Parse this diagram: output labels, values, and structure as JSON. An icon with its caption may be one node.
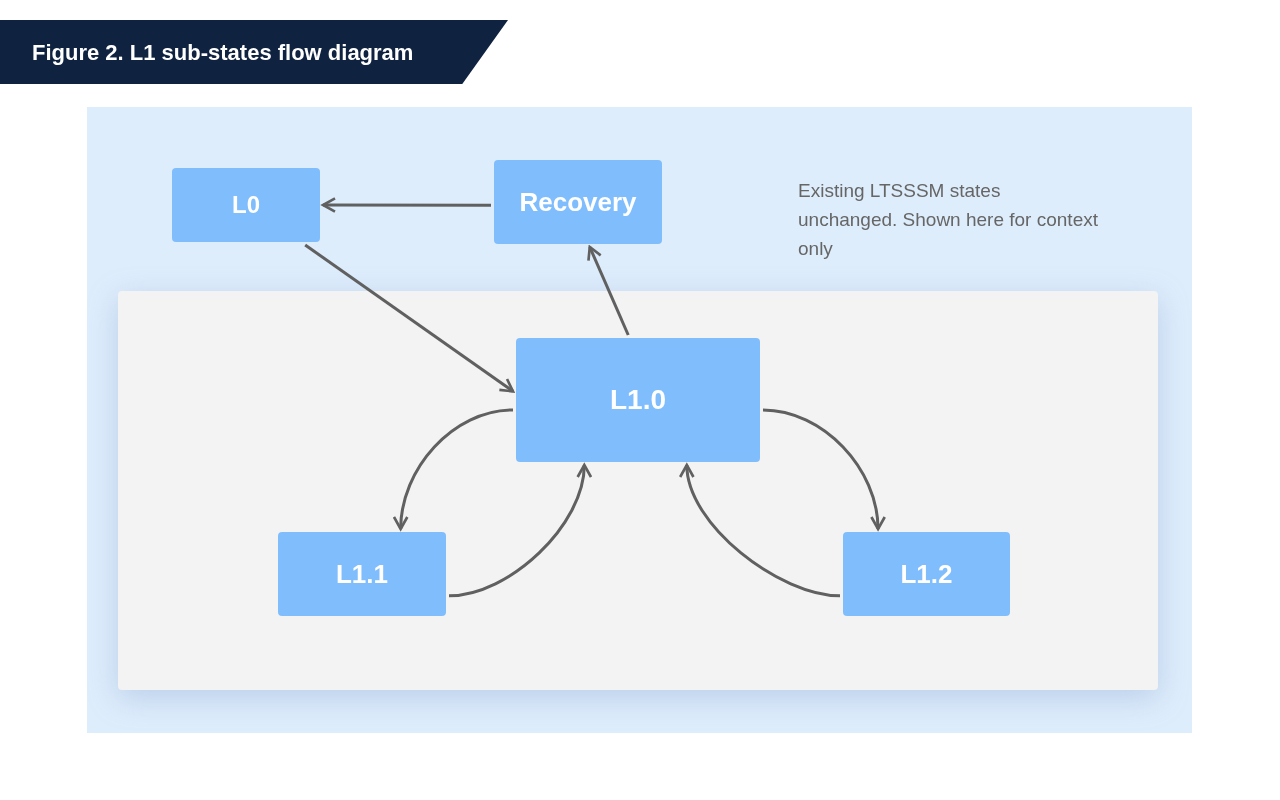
{
  "diagram": {
    "title": "Figure 2. L1 sub-states flow diagram",
    "nodes": [
      {
        "text": [
          "L0"
        ]
      },
      {
        "text": [
          "Recovery"
        ]
      },
      {
        "text": [
          "L1.0"
        ]
      },
      {
        "text": [
          "L1.1"
        ]
      },
      {
        "text": [
          "L1.2"
        ]
      }
    ],
    "edges": [
      {
        "from": 1,
        "to": 0,
        "arrow": "to"
      },
      {
        "from": 0,
        "to": 2,
        "arrow": "to"
      },
      {
        "from": 2,
        "to": 1,
        "arrow": "to"
      },
      {
        "from": 2,
        "to": 3,
        "arrow": "to"
      },
      {
        "from": 3,
        "to": 2,
        "arrow": "to"
      },
      {
        "from": 4,
        "to": 2,
        "arrow": "to"
      },
      {
        "from": 2,
        "to": 4,
        "arrow": "to"
      }
    ],
    "labels": [
      "Existing LTSSSM states unchanged. Shown here for context only"
    ]
  }
}
